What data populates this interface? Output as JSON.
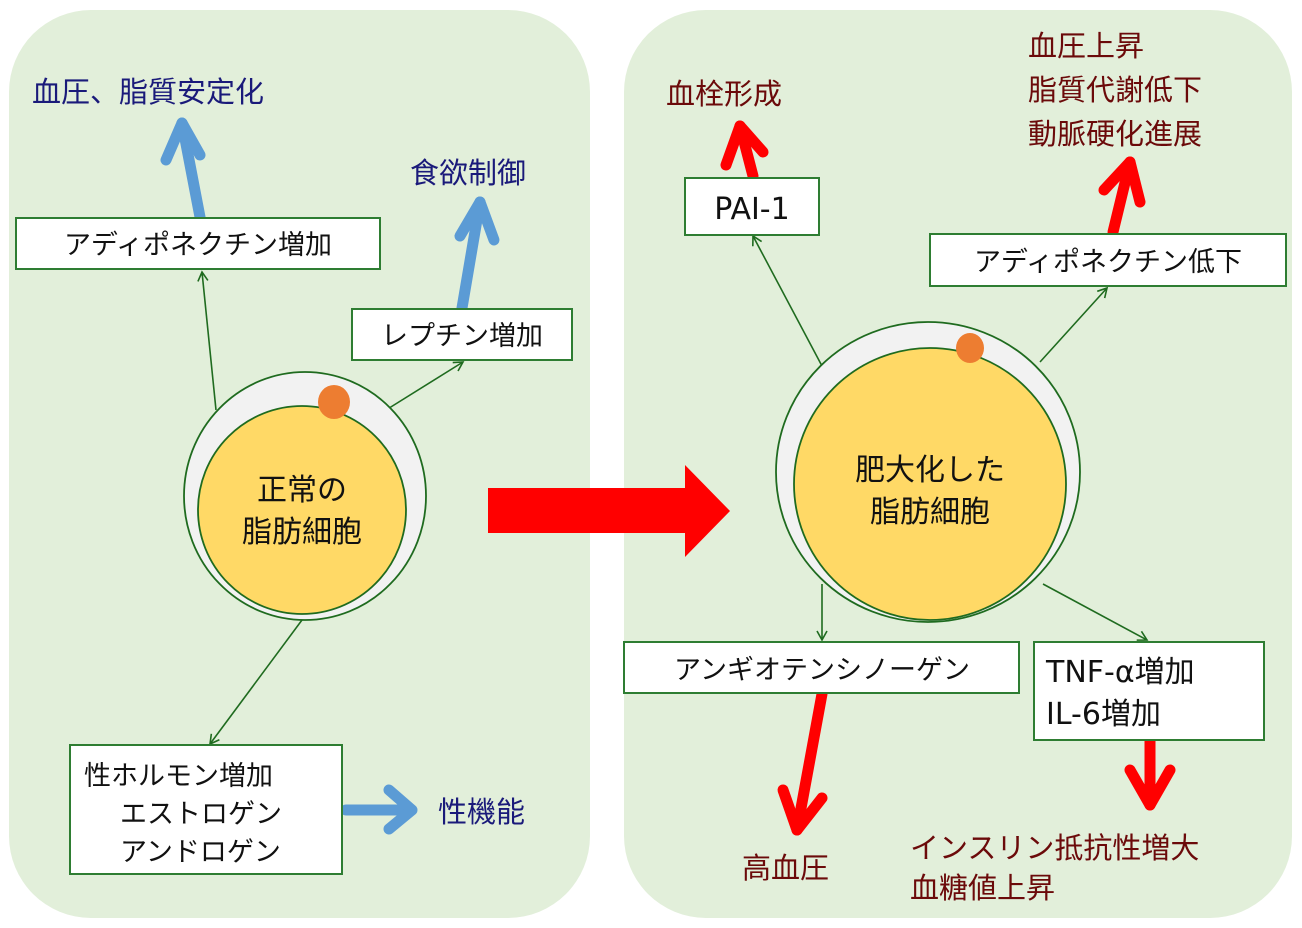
{
  "colors": {
    "panel_bg": "#E2EFDA",
    "box_border": "#2E7D32",
    "positive_arrow": "#5B9BD5",
    "negative_arrow": "#FF0000",
    "positive_text": "#1A1A7A",
    "negative_text": "#6B0A0A",
    "cell_fat": "#FFD966",
    "cell_membrane": "#F2F2F2",
    "nucleus": "#ED7D31"
  },
  "left_panel": {
    "cell": {
      "line1": "正常の",
      "line2": "脂肪細胞"
    },
    "boxes": {
      "adiponectin_up": "アディポネクチン増加",
      "leptin_up": "レプチン増加",
      "sex_hormone": {
        "line1": "性ホルモン増加",
        "line2": "エストロゲン",
        "line3": "アンドロゲン"
      }
    },
    "effects": {
      "bp_lipid_stable": "血圧、脂質安定化",
      "appetite_control": "食欲制御",
      "sexual_function": "性機能"
    }
  },
  "right_panel": {
    "cell": {
      "line1": "肥大化した",
      "line2": "脂肪細胞"
    },
    "boxes": {
      "pai1": "PAI-1",
      "adiponectin_down": "アディポネクチン低下",
      "angiotensinogen": "アンギオテンシノーゲン",
      "cytokines": {
        "line1": "TNF-α増加",
        "line2": "IL-6増加"
      }
    },
    "effects": {
      "thrombosis": "血栓形成",
      "adipo_effects": {
        "line1": "血圧上昇",
        "line2": "脂質代謝低下",
        "line3": "動脈硬化進展"
      },
      "hypertension": "高血圧",
      "insulin_effects": {
        "line1": "インスリン抵抗性増大",
        "line2": "血糖値上昇"
      }
    }
  }
}
